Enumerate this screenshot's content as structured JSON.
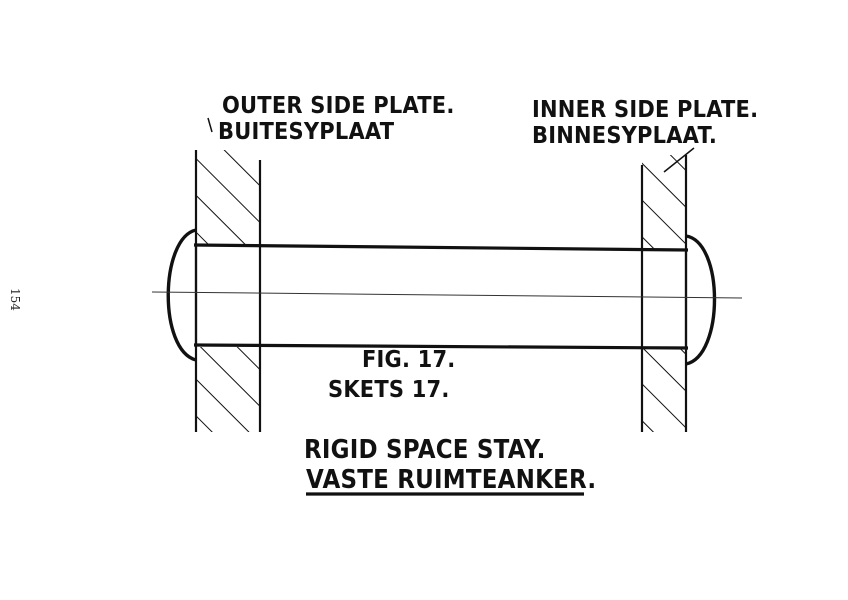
{
  "page_number": "154",
  "labels": {
    "outer_side_plate_en": "OUTER SIDE PLATE.",
    "outer_side_plate_af": "BUITESYPLAAT",
    "inner_side_plate_en": "INNER SIDE PLATE.",
    "inner_side_plate_af": "BINNESYPLAAT.",
    "figure_en": "FIG. 17.",
    "figure_af": "SKETS 17.",
    "title_en": "RIGID SPACE STAY.",
    "title_af": "VASTE RUIMTEANKER."
  },
  "colors": {
    "ink": "#111111",
    "paper": "#ffffff"
  }
}
